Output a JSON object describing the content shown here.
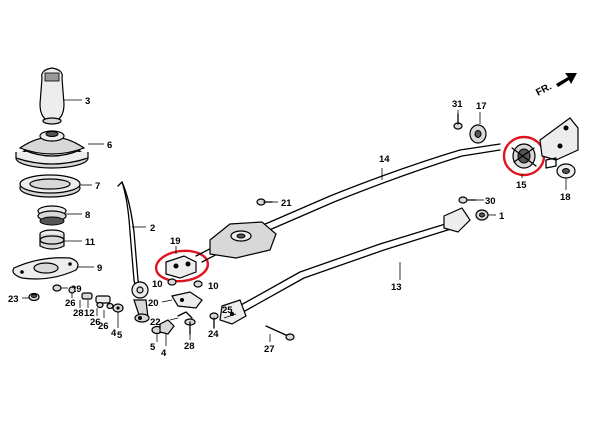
{
  "diagram": {
    "direction_label": "FR.",
    "highlight_color": "#e0141e",
    "callouts": {
      "c3": "3",
      "c6": "6",
      "c7": "7",
      "c8": "8",
      "c11": "11",
      "c9": "9",
      "c29": "29",
      "c23": "23",
      "c26a": "26",
      "c12": "12",
      "c28a": "28",
      "c26b": "26",
      "c26c": "26",
      "c4a": "4",
      "c5a": "5",
      "c2": "2",
      "c19": "19",
      "c10a": "10",
      "c10b": "10",
      "c20": "20",
      "c22": "22",
      "c28b": "28",
      "c5b": "5",
      "c4b": "4",
      "c24": "24",
      "c25": "25",
      "c27": "27",
      "c21": "21",
      "c14": "14",
      "c13": "13",
      "c31": "31",
      "c17": "17",
      "c15": "15",
      "c18": "18",
      "c30": "30",
      "c1": "1"
    }
  }
}
